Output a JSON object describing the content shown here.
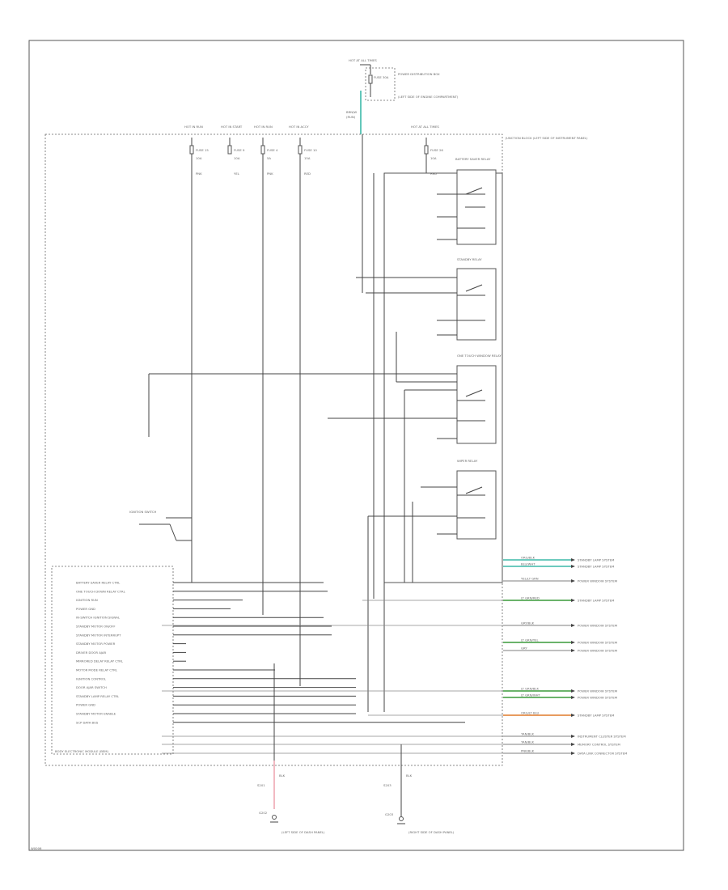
{
  "colors": {
    "wire": "#444444",
    "teal": "#3cb9a9",
    "green": "#3a9a3a",
    "orange": "#e07a2a",
    "pink": "#e88a9a",
    "gray": "#8a8a8a"
  },
  "diagram": {
    "figure_code": "W0006",
    "top_source": {
      "label": "HOT AT ALL TIMES",
      "fuse": "FUSE 30A",
      "box_label": "POWER DISTRIBUTION BOX",
      "box_label2": "(LEFT SIDE OF ENGINE COMPARTMENT)",
      "wire_color": "BRN/W",
      "wire_color2": "(RUN)"
    },
    "fuse_taps": [
      {
        "label": "HOT IN RUN",
        "fuse": "FUSE 15",
        "amps": "10A",
        "wire": "PNK"
      },
      {
        "label": "HOT IN START",
        "fuse": "FUSE 9",
        "amps": "10A",
        "wire": "YEL"
      },
      {
        "label": "HOT IN RUN",
        "fuse": "FUSE 4",
        "amps": "5A",
        "wire": "PNK"
      },
      {
        "label": "HOT IN ACCY",
        "fuse": "FUSE 10",
        "amps": "15A",
        "wire": "RED"
      },
      {
        "label": "HOT AT ALL TIMES",
        "fuse": "FUSE 26",
        "amps": "10A",
        "wire": "RED"
      }
    ],
    "junction_box": "JUNCTION BLOCK (LEFT SIDE OF INSTRUMENT PANEL)",
    "relays": [
      {
        "name": "BATTERY SAVER RELAY"
      },
      {
        "name": "STANDBY RELAY"
      },
      {
        "name": "ONE TOUCH WINDOW RELAY"
      },
      {
        "name": "WIPER RELAY"
      }
    ],
    "ignition_switch": "IGNITION SWITCH",
    "module_title": "BODY ELECTRONIC MODULE (BEM)",
    "module_pins": [
      "BATTERY SAVER RELAY CTRL",
      "ONE TOUCH DOWN RELAY CTRL",
      "IGNITION RUN",
      "POWER GND",
      "IN-SWITCH IGNITION SIGNAL",
      "STANDBY MOTOR ON/OFF",
      "STANDBY MOTOR INTERRUPT",
      "STANDBY MOTOR POWER",
      "DRIVER DOOR AJAR",
      "MIRRORED DELAY RELAY CTRL",
      "MOTOR MODE RELAY CTRL",
      "IGNITION CONTROL",
      "DOOR AJAR SWITCH",
      "STANDBY LAMP RELAY CTRL",
      "POWER GND",
      "STANDBY MOTOR ENABLE",
      "SCP DATA BUS"
    ],
    "outputs": [
      {
        "wire": "ORG/BLK",
        "dest": "STANDBY LAMP SYSTEM",
        "color": "teal"
      },
      {
        "wire": "BLU/WHT",
        "dest": "STANDBY LAMP SYSTEM",
        "color": "teal"
      },
      {
        "wire": "YEL/LT GRN",
        "dest": "POWER WINDOW SYSTEM",
        "color": "none"
      },
      {
        "wire": "LT GRN/RED",
        "dest": "STANDBY LAMP SYSTEM",
        "color": "green"
      },
      {
        "wire": "GRY/BLK",
        "dest": "POWER WINDOW SYSTEM",
        "color": "none"
      },
      {
        "wire": "LT GRN/YEL",
        "dest": "POWER WINDOW SYSTEM",
        "color": "green"
      },
      {
        "wire": "GRY",
        "dest": "POWER WINDOW SYSTEM",
        "color": "none"
      },
      {
        "wire": "LT GRN/BLK",
        "dest": "POWER WINDOW SYSTEM",
        "color": "green"
      },
      {
        "wire": "LT GRN/WHT",
        "dest": "POWER WINDOW SYSTEM",
        "color": "green"
      },
      {
        "wire": "ORG/LT BLU",
        "dest": "STANDBY LAMP SYSTEM",
        "color": "orange"
      },
      {
        "wire": "TAN/BLK",
        "dest": "INSTRUMENT CLUSTER SYSTEM",
        "color": "none"
      },
      {
        "wire": "TAN/BLK",
        "dest": "MEMORY CONTROL SYSTEM",
        "color": "none"
      },
      {
        "wire": "PNK/BLK",
        "dest": "DATA LINK CONNECTOR SYSTEM",
        "color": "none"
      }
    ],
    "grounds": [
      {
        "wire": "BLK",
        "splice": "S201",
        "ground": "G202",
        "label": "(LEFT SIDE OF DASH PANEL)"
      },
      {
        "wire": "BLK",
        "splice": "S203",
        "ground": "G203",
        "label": "(RIGHT SIDE OF DASH PANEL)"
      }
    ]
  }
}
